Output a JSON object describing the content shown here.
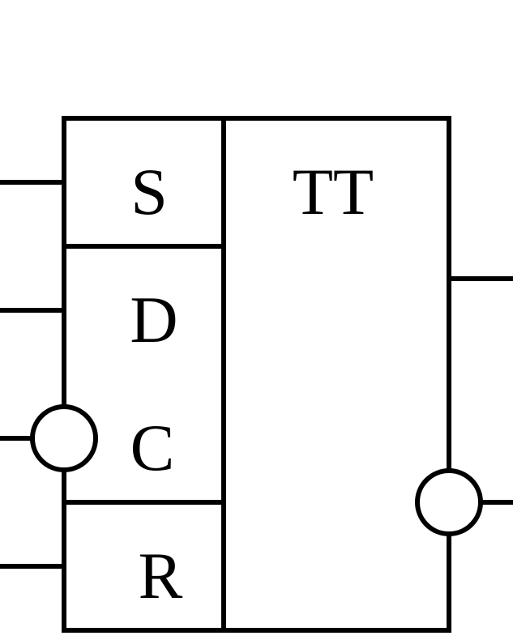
{
  "diagram": {
    "title": "TT",
    "labels": {
      "s": "S",
      "d": "D",
      "c": "C",
      "r": "R"
    },
    "colors": {
      "stroke": "#000000",
      "background": "#ffffff"
    }
  }
}
